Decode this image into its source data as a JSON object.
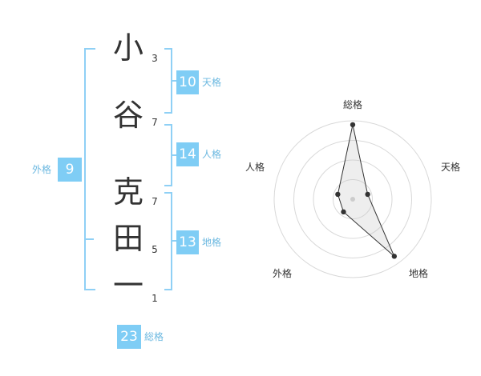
{
  "name": {
    "chars": [
      "小",
      "谷",
      "克",
      "田",
      "一"
    ],
    "strokes": [
      "3",
      "7",
      "7",
      "5",
      "1"
    ]
  },
  "grades": {
    "tenkaku": {
      "label": "天格",
      "value": "10"
    },
    "jinkaku": {
      "label": "人格",
      "value": "14"
    },
    "chikaku": {
      "label": "地格",
      "value": "13"
    },
    "gaikaku": {
      "label": "外格",
      "value": "9"
    },
    "soukaku": {
      "label": "総格",
      "value": "23"
    }
  },
  "colors": {
    "accent": "#7fcdf5",
    "bracket": "#8fd0f5",
    "label_text": "#6cb8e0"
  },
  "chart_data": {
    "type": "radar",
    "axes": [
      "総格",
      "天格",
      "地格",
      "外格",
      "人格"
    ],
    "values": [
      0.95,
      0.2,
      0.9,
      0.2,
      0.2
    ],
    "rings": 4,
    "grid": true
  }
}
